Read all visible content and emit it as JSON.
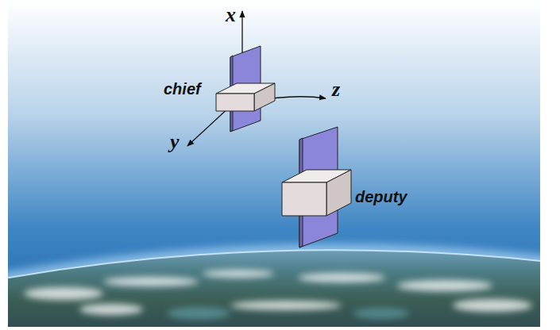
{
  "diagram": {
    "labels": [
      "x",
      "z",
      "y",
      "chief",
      "deputy"
    ]
  }
}
